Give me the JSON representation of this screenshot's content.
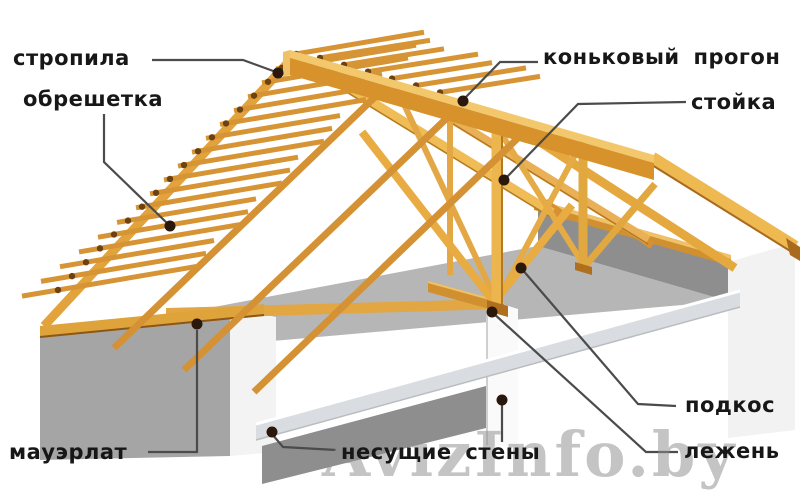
{
  "diagram": {
    "labels": {
      "rafters": "стропила",
      "lathing": "обрешетка",
      "ridge_purlin": "коньковый прогон",
      "post": "стойка",
      "strut": "подкос",
      "sleeper": "лежень",
      "mauerlat": "мауэрлат",
      "bearing_walls": "несущие стены"
    },
    "watermark": {
      "text": "AvizInfo.by"
    },
    "palette": {
      "wood_light": "#F3C86D",
      "wood_mid": "#E8A43C",
      "wood_dark": "#B06F1F",
      "slab_gray": "#B6B6B6",
      "wall_gray": "#A5A5A5",
      "wall_dark_gray": "#8E8E8E",
      "white_face": "#F3F3F3",
      "joist_gray": "#D9DDE1",
      "callout_line": "#4B4B4B",
      "callout_dot": "#2A180C",
      "label_color": "#171717",
      "watermark_color": "#8F8F8F"
    }
  }
}
